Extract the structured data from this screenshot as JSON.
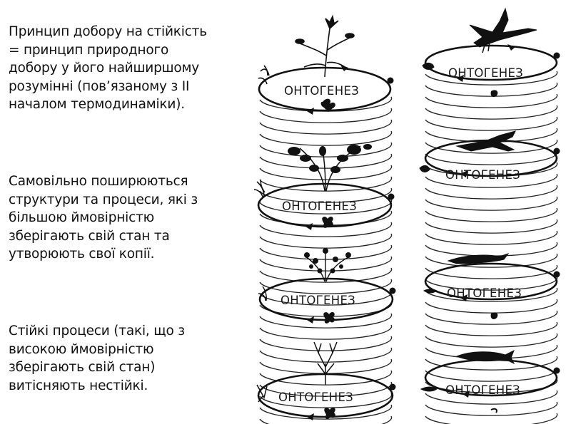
{
  "text": {
    "p1": [
      "Принцип добору на стійкість",
      "= принцип природного",
      "добору у його найширшому",
      "розумінні (пов’язаному з ІІ",
      "началом термодинаміки)."
    ],
    "p2": [
      "Самовільно поширюються",
      "структури та процеси, які з",
      "більшою ймовірністю",
      "зберігають свій стан та",
      "утворюють свої копії."
    ],
    "p3": [
      "Стійкі процеси (такі, що з",
      "високою ймовірністю",
      "зберігають свій стан)",
      "витісняють нестійкі."
    ]
  },
  "diagram": {
    "label": "ОНТОГЕНЕЗ"
  }
}
